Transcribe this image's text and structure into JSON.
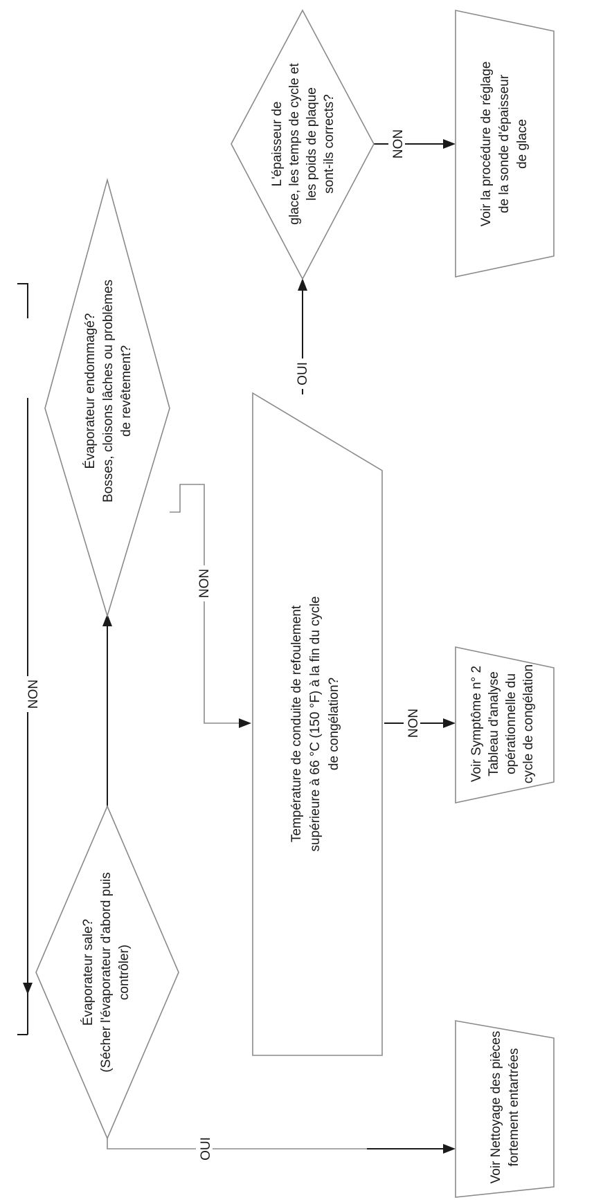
{
  "nodes": {
    "evap_dirty": [
      "Évaporateur sale?",
      "(Sécher l'évaporateur d'abord puis",
      "contrôler)"
    ],
    "evap_damaged": [
      "Évaporateur endommagé?",
      "Bosses, cloisons lâches ou problèmes",
      "de revêtement?"
    ],
    "discharge_temp": [
      "Température de conduite de refoulement",
      "supérieure à 66 °C (150 °F) à la fin du cycle",
      "de congélation?"
    ],
    "ice_thickness": [
      "L'épaisseur de",
      "glace, les temps de cycle et",
      "les poids de plaque",
      "sont-ils corrects?"
    ],
    "see_cleaning": [
      "Voir Nettoyage des pièces",
      "fortement entartrées"
    ],
    "see_symptom2": [
      "Voir Symptôme n° 2",
      "Tableau d'analyse",
      "opérationnelle du",
      "cycle de congélation"
    ],
    "see_probe": [
      "Voir la procédure de réglage",
      "de la sonde d'épaisseur",
      "de glace"
    ]
  },
  "edges": {
    "loop_back": "NON",
    "dirty_yes": "OUI",
    "damaged_no": "NON",
    "temp_no": "NON",
    "temp_yes": "OUI",
    "thickness_no": "NON"
  }
}
